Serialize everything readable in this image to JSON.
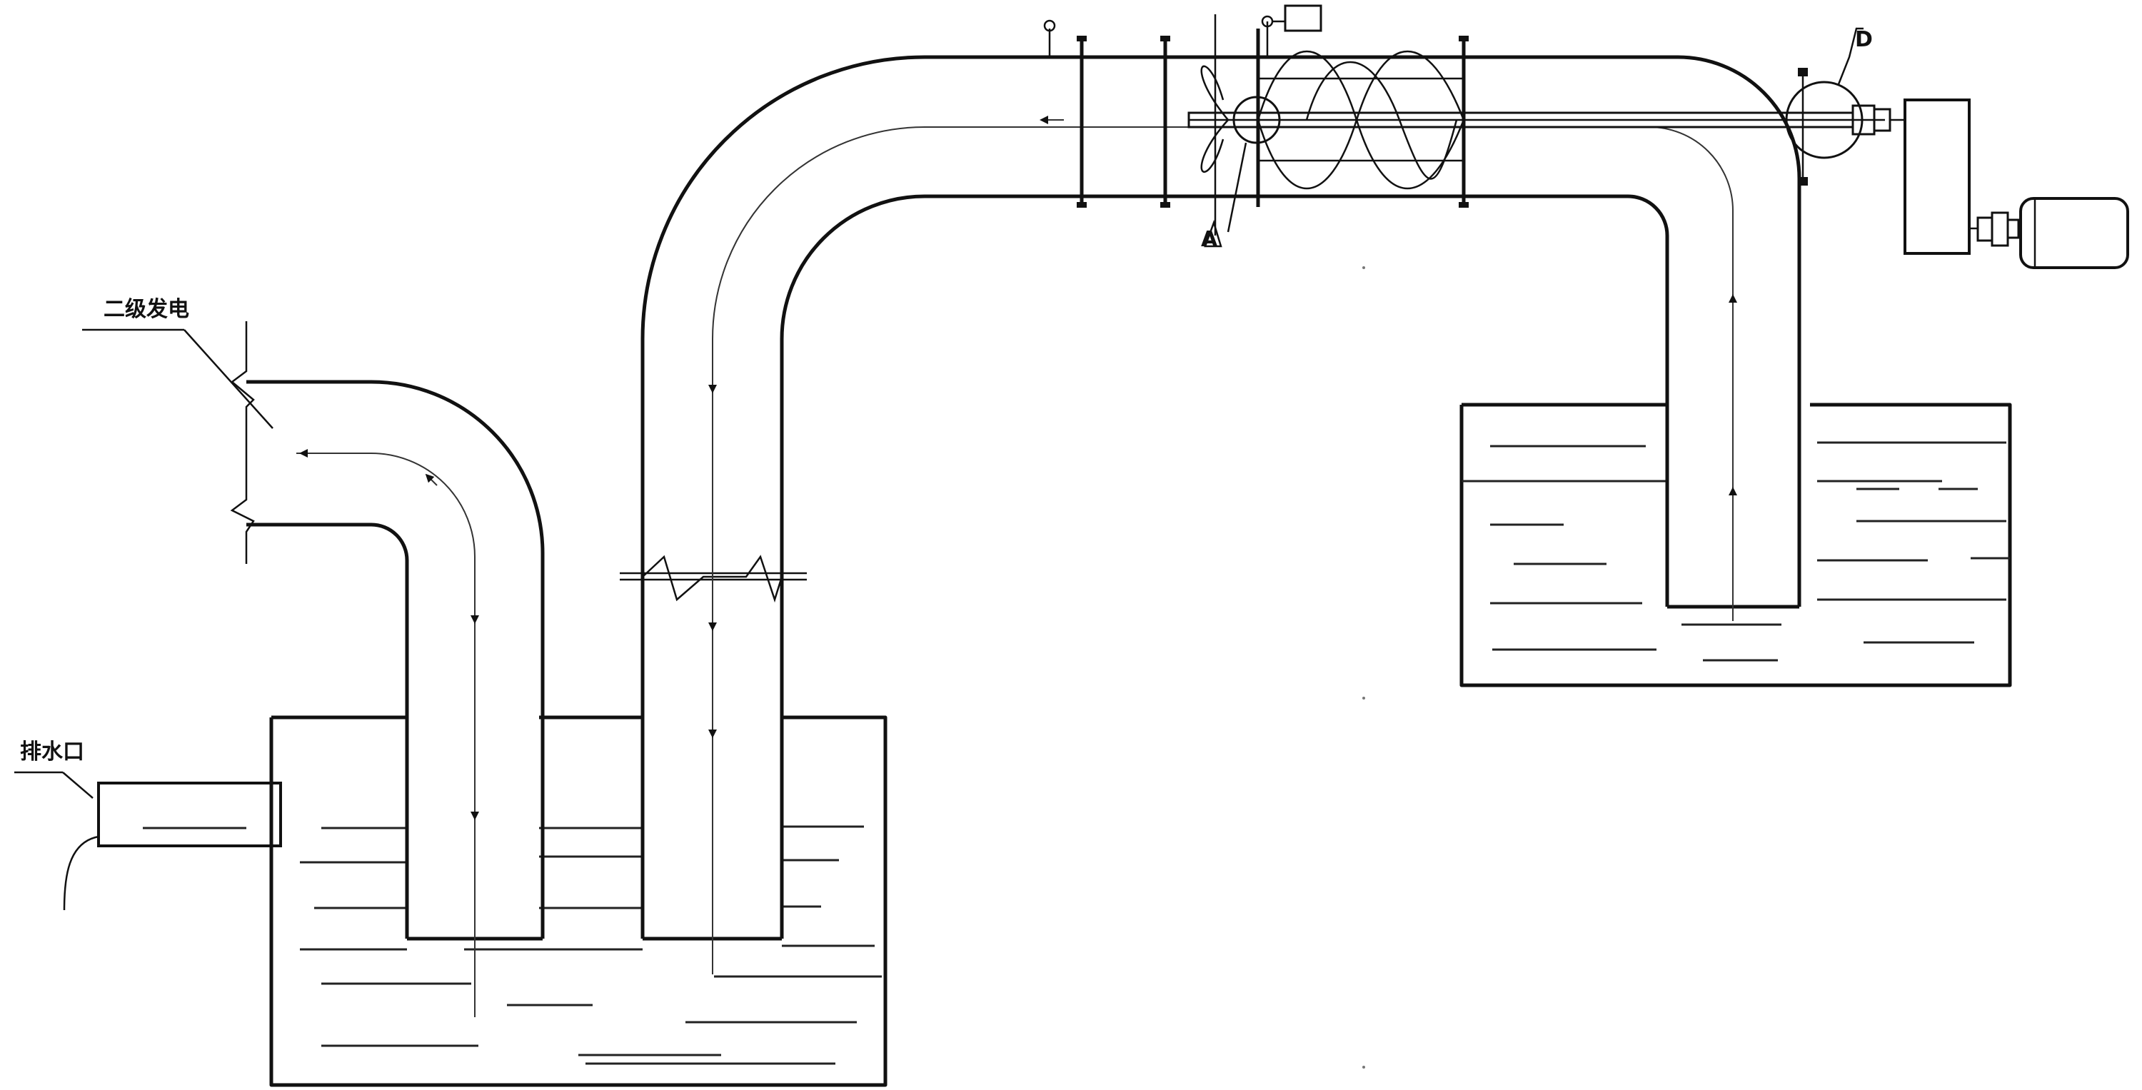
{
  "labels": {
    "secondary_generation": "二级发电",
    "drain_outlet": "排水口",
    "detail_a": "A",
    "detail_d": "D"
  },
  "colors": {
    "line": "#111111",
    "background": "#ffffff"
  }
}
